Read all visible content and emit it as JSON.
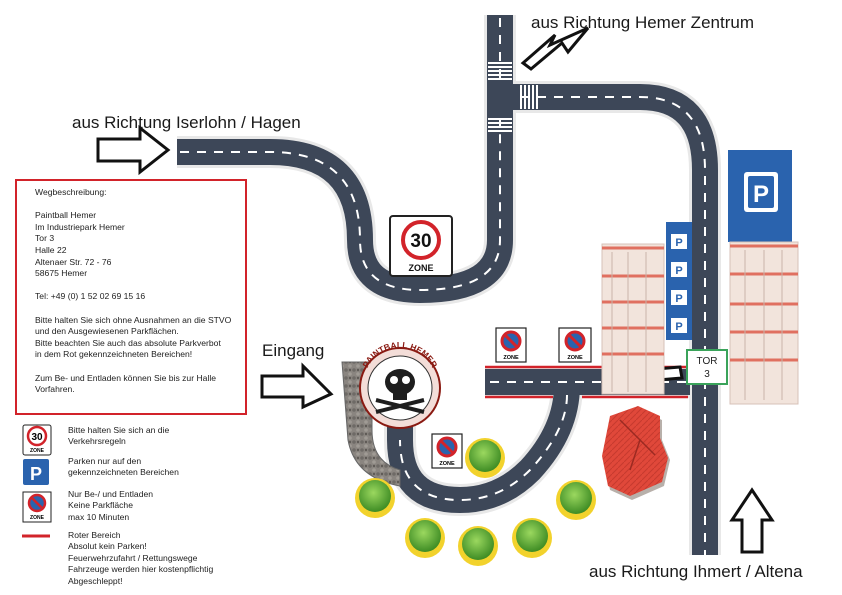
{
  "directions": {
    "hemer_zentrum": "aus Richtung Hemer Zentrum",
    "iserlohn_hagen": "aus Richtung Iserlohn / Hagen",
    "ihmert_altena": "aus Richtung Ihmert / Altena"
  },
  "entrance_label": "Eingang",
  "gate": {
    "line1": "TOR",
    "line2": "3"
  },
  "signs": {
    "speed_limit": "30",
    "zone": "ZONE",
    "parking": "P"
  },
  "paintball_logo_text": "PAINTBALL HEMER",
  "info": {
    "lines": [
      "Wegbeschreibung:",
      "",
      "Paintball Hemer",
      "Im Industriepark Hemer",
      "Tor 3",
      "Halle 22",
      "Altenaer Str. 72 - 76",
      "58675 Hemer",
      "",
      "Tel: +49 (0) 1 52 02 69 15 16",
      "",
      "Bitte halten Sie sich ohne Ausnahmen an die STVO",
      "und den Ausgewiesenen Parkflächen.",
      "Bitte beachten Sie auch das absolute Parkverbot",
      "in dem Rot gekennzeichneten Bereichen!",
      "",
      "Zum Be- und Entladen können Sie bis zur Halle",
      "Vorfahren."
    ]
  },
  "legend": {
    "speed": [
      "Bitte halten Sie sich an die",
      "Verkehrsregeln"
    ],
    "parking": [
      "Parken nur auf den",
      "gekennzeichneten Bereichen"
    ],
    "no_parking": [
      "Nur Be-/ und Entladen",
      "Keine Parkfläche",
      "max 10 Minuten"
    ],
    "red_zone": [
      "Roter Bereich",
      "Absolut kein Parken!",
      "Feuerwehrzufahrt / Rettungswege",
      "Fahrzeuge werden hier kostenpflichtig",
      "Abgeschleppt!"
    ]
  },
  "colors": {
    "road": "#3d4758",
    "road_edge": "#e8e8e8",
    "red_zone": "#d2232a",
    "parking_blue": "#2a63ae",
    "building_red": "#e0483a",
    "tree_green": "#5fb136",
    "tree_yellow": "#f2d22c",
    "gate_green": "#3aa35a"
  }
}
